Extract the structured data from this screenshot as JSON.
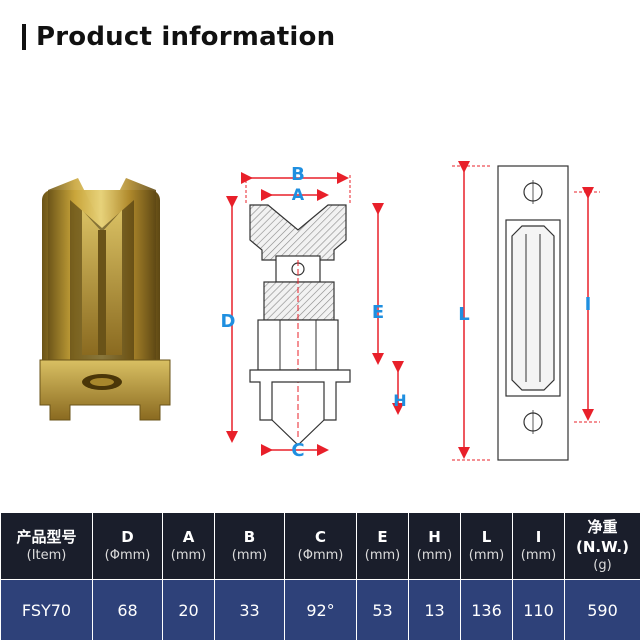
{
  "header": {
    "title": "Product information"
  },
  "dimension_labels": {
    "B": "B",
    "A": "A",
    "D": "D",
    "E": "E",
    "H": "H",
    "C": "C",
    "L": "L",
    "I": "I"
  },
  "colors": {
    "dimension_red": "#e8202a",
    "dimension_blue": "#1f8fe0",
    "table_header_bg": "#1a1e2b",
    "table_row_bg": "#2e4179"
  },
  "spec_table": {
    "columns": [
      {
        "label": "产品型号",
        "unit": "(Item)"
      },
      {
        "label": "D",
        "unit": "(Φmm)"
      },
      {
        "label": "A",
        "unit": "(mm)"
      },
      {
        "label": "B",
        "unit": "(mm)"
      },
      {
        "label": "C",
        "unit": "(Φmm)"
      },
      {
        "label": "E",
        "unit": "(mm)"
      },
      {
        "label": "H",
        "unit": "(mm)"
      },
      {
        "label": "L",
        "unit": "(mm)"
      },
      {
        "label": "I",
        "unit": "(mm)"
      },
      {
        "label": "净重",
        "label2": "(N.W.)",
        "unit": "(g)"
      }
    ],
    "row": [
      "FSY70",
      "68",
      "20",
      "33",
      "92°",
      "53",
      "13",
      "136",
      "110",
      "590"
    ]
  }
}
